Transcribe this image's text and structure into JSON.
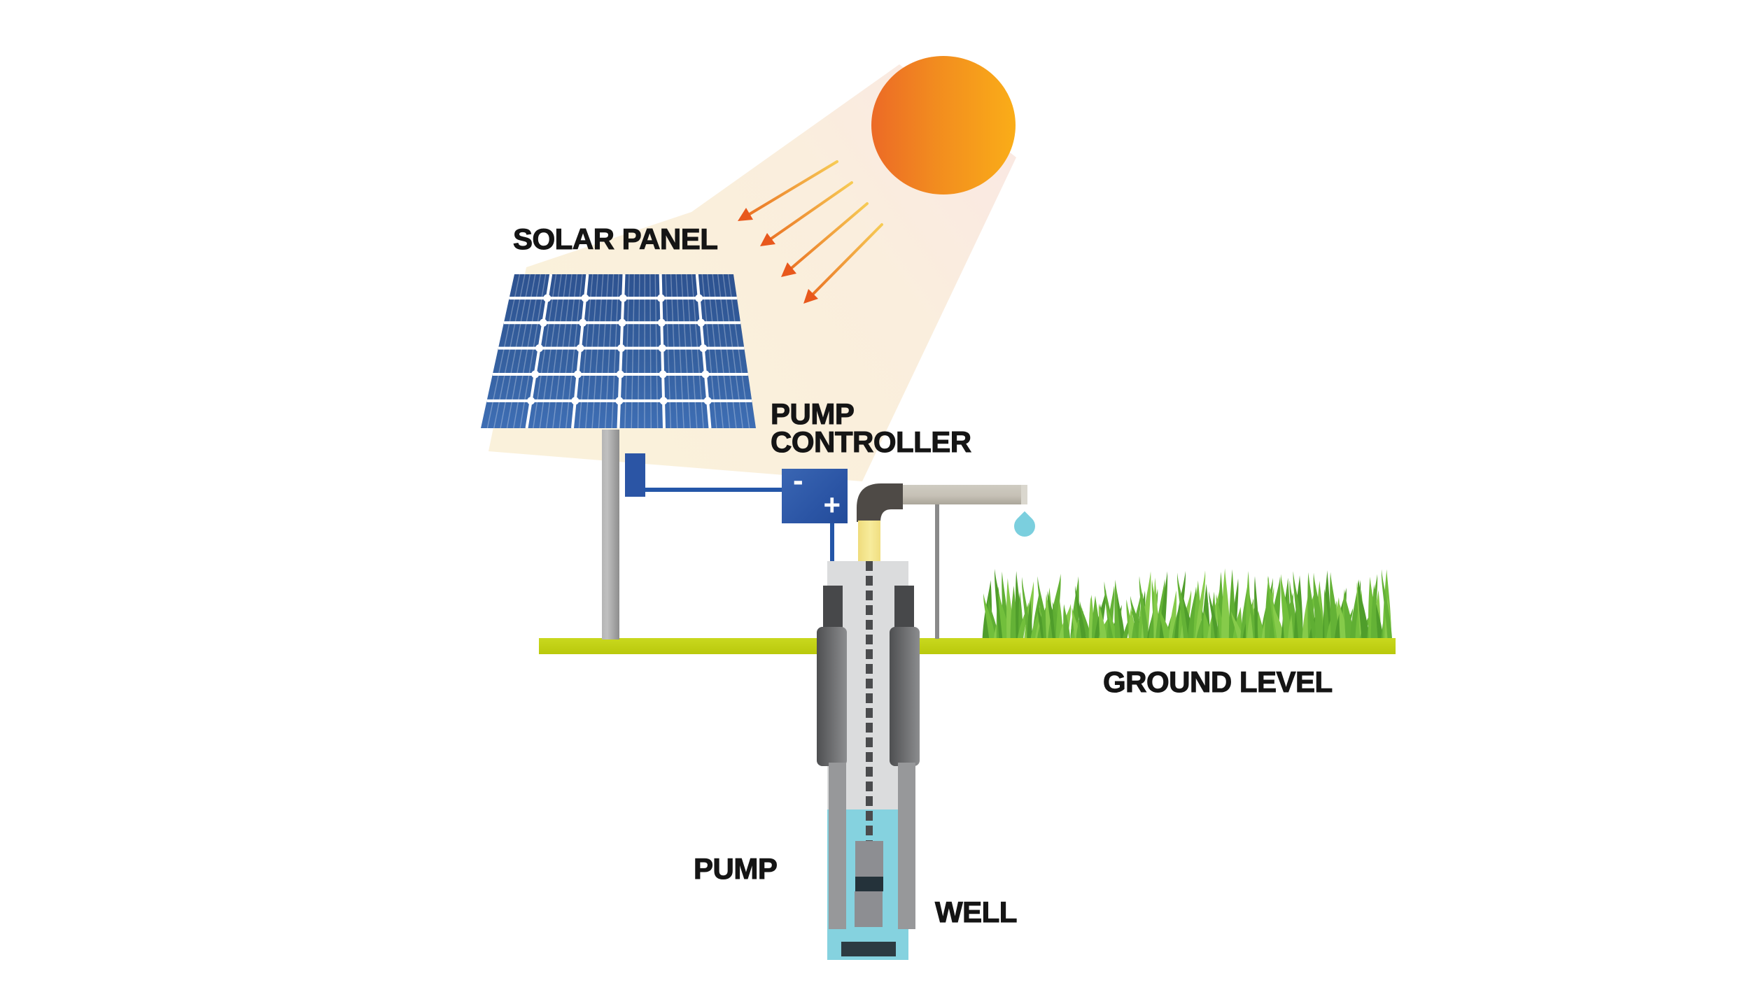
{
  "title": "Solar powered water pumping system diagram",
  "labels": {
    "solar_panel": "SOLAR PANEL",
    "pump_controller_line1": "PUMP",
    "pump_controller_line2": "CONTROLLER",
    "ground_level": "GROUND LEVEL",
    "pump": "PUMP",
    "well": "WELL"
  },
  "controller": {
    "minus_symbol": "-",
    "plus_symbol": "+"
  },
  "icons": [
    "sun-icon",
    "sun-rays-icon",
    "water-drop-icon",
    "grass-icon"
  ],
  "colors": {
    "sun_gradient_left": "#EC6A26",
    "sun_gradient_right": "#FAAD18",
    "light_beam_cream": "#FAF0DC",
    "ray_orange": "#E8581C",
    "ray_yellow_tail": "#F7CB55",
    "panel_blue_dark": "#2D5290",
    "panel_blue_light": "#3E6EB4",
    "panel_grid_white": "#FFFFFF",
    "wire_blue": "#2456A8",
    "controller_blue": "#2B55A5",
    "pole_gray": "#9C9C9C",
    "elbow_dark_gray": "#4E4A46",
    "pipe_beige": "#C6C1B6",
    "riser_yellow": "#F5E78D",
    "water_drop_blue": "#7BCFDE",
    "well_water_blue": "#85D2DF",
    "ground_bar_green": "#C2D116",
    "grass_green": "#5FAE33",
    "well_casing_gray": "#DBDCDD",
    "well_metal_dark": "#47484A",
    "pump_body_gray": "#8D8E92",
    "pump_band_dark": "#24323A",
    "label_text": "#151515"
  }
}
